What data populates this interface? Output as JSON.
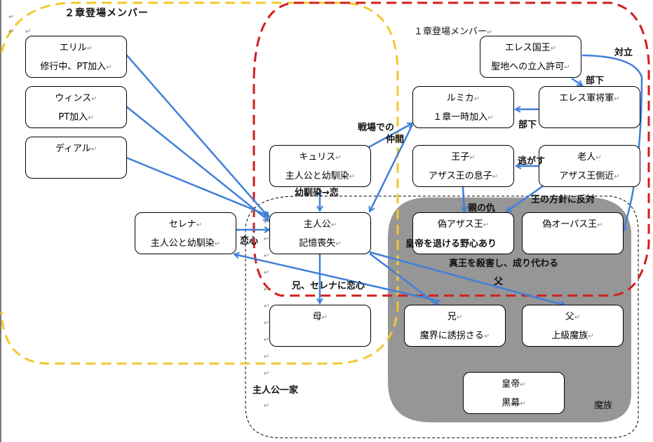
{
  "groups": {
    "chapter2": {
      "label": "２章登場メンバー",
      "color": "#F2C830"
    },
    "chapter1": {
      "label": "１章登場メンバー",
      "color": "#D01E1E"
    },
    "family": {
      "label": "主人公一家"
    },
    "demons": {
      "label": "魔族",
      "color": "#969696"
    }
  },
  "return_mark": "↵",
  "nodes": {
    "eriru": {
      "line1": "エリル",
      "line2": "修行中、PT加入"
    },
    "winsu": {
      "line1": "ウィンス",
      "line2": "PT加入"
    },
    "diaru": {
      "line1": "ディアル",
      "line2": ""
    },
    "serena": {
      "line1": "セレナ",
      "line2": "主人公と幼馴染"
    },
    "kyurisu": {
      "line1": "キュリス",
      "line2": "主人公と幼馴染"
    },
    "protagonist": {
      "line1": "主人公",
      "line2": "記憶喪失"
    },
    "mother": {
      "line1": "母",
      "line2": ""
    },
    "eres_king": {
      "line1": "エレス国王",
      "line2": "聖地への立入許可"
    },
    "rumika": {
      "line1": "ルミカ",
      "line2": "１章一時加入"
    },
    "eres_general": {
      "line1": "エレス軍将軍",
      "line2": ""
    },
    "prince": {
      "line1": "王子",
      "line2": "アザス王の息子"
    },
    "old_man": {
      "line1": "老人",
      "line2": "アザス王側近"
    },
    "fake_azasu": {
      "line1": "偽アザス王",
      "line2": ""
    },
    "fake_opasu": {
      "line1": "偽オーパス王",
      "line2": ""
    },
    "brother": {
      "line1": "兄",
      "line2": "魔界に誘拐さる"
    },
    "father": {
      "line1": "父",
      "line2": "上級魔族"
    },
    "emperor": {
      "line1": "皇帝",
      "line2": "黒幕"
    }
  },
  "edge_labels": {
    "oppose": "対立",
    "subordinate1": "部下",
    "subordinate2": "部下",
    "battle_comrade_1": "戦場での",
    "battle_comrade_2": "仲間",
    "childhood_to_love": "幼馴染→恋",
    "escape": "逃がす",
    "oppose_king_policy": "王の方針に反対",
    "parent_revenge": "親の仇",
    "ambition": "皇帝を退ける野心あり",
    "kill_and_replace": "真王を殺害し、成り代わる",
    "father_label": "父",
    "love": "恋心",
    "brother_love_serena": "兄、セレナに恋心"
  },
  "colors": {
    "arrow": "#3F7FD9",
    "box_border": "#000000"
  }
}
